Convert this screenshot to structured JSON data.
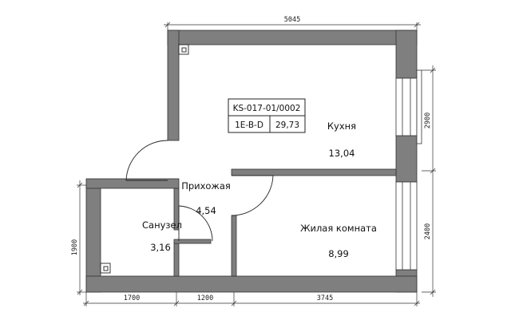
{
  "plan_code": "KS-017-01/0002",
  "plan_type": "1E-B-D",
  "total_area": "29,73",
  "rooms": {
    "kitchen": {
      "name": "Кухня",
      "area": "13,04"
    },
    "hall": {
      "name": "Прихожая",
      "area": "4,54"
    },
    "bathroom": {
      "name": "Санузел",
      "area": "3,16"
    },
    "living": {
      "name": "Жилая комната",
      "area": "8,99"
    }
  },
  "dimensions": {
    "top": "5045",
    "right_upper": "2900",
    "right_lower": "2400",
    "left": "1900",
    "bottom_1": "1700",
    "bottom_2": "1200",
    "bottom_3": "3745"
  },
  "colors": {
    "wall": "#7f7f7f",
    "line": "#222222"
  }
}
